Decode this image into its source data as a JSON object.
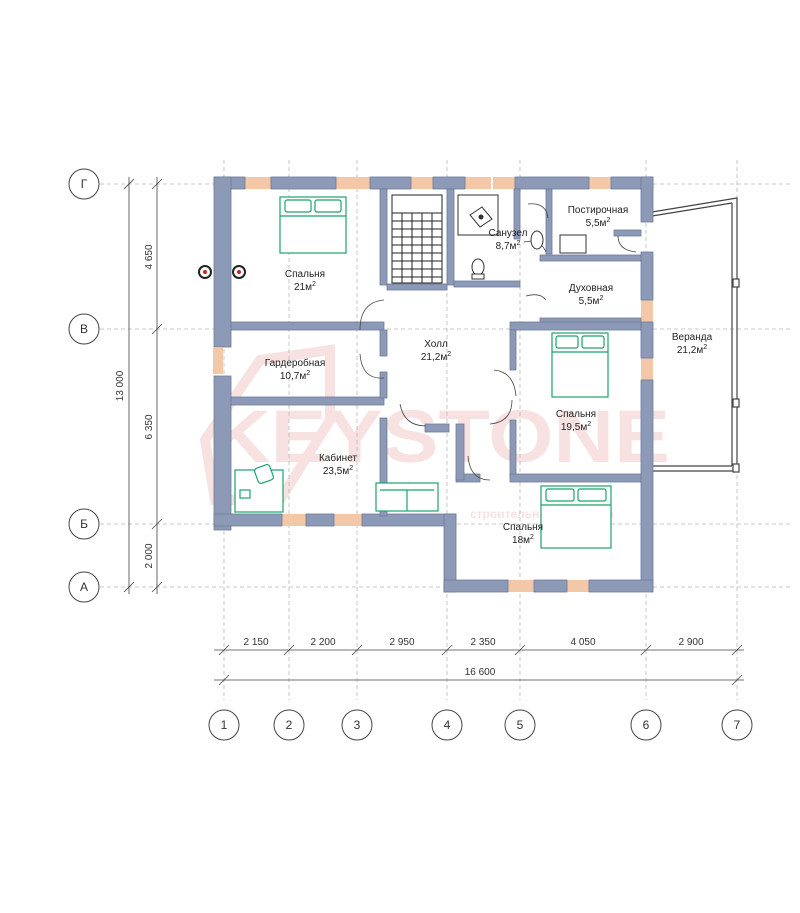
{
  "colors": {
    "wall": "#8c9ab7",
    "wall_stroke": "#6d7a99",
    "window": "#f2c8a8",
    "furniture": "#1aa36a",
    "grid": "#b9b9b9",
    "watermark": "#f3c9c9"
  },
  "watermark": {
    "brand": "KEYSTONE",
    "tagline": "строительная компания"
  },
  "rooms": [
    {
      "id": "bedroom-1",
      "name": "Спальня",
      "area": "21м",
      "sup": "2"
    },
    {
      "id": "wardrobe",
      "name": "Гардеробная",
      "area": "10,7м",
      "sup": "2"
    },
    {
      "id": "office",
      "name": "Кабинет",
      "area": "23,5м",
      "sup": "2"
    },
    {
      "id": "hall",
      "name": "Холл",
      "area": "21,2м",
      "sup": "2"
    },
    {
      "id": "bathroom",
      "name": "Санузел",
      "area": "8,7м",
      "sup": "2"
    },
    {
      "id": "laundry",
      "name": "Постирочная",
      "area": "5,5м",
      "sup": "2"
    },
    {
      "id": "vent",
      "name": "Духовная",
      "area": "5,5м",
      "sup": "2"
    },
    {
      "id": "bedroom-2",
      "name": "Спальня",
      "area": "19,5м",
      "sup": "2"
    },
    {
      "id": "bedroom-3",
      "name": "Спальня",
      "area": "18м",
      "sup": "2"
    },
    {
      "id": "veranda",
      "name": "Веранда",
      "area": "21,2м",
      "sup": "2"
    }
  ],
  "axes": {
    "letters": [
      "Г",
      "В",
      "Б",
      "А"
    ],
    "numbers": [
      "1",
      "2",
      "3",
      "4",
      "5",
      "6",
      "7"
    ]
  },
  "dimensions": {
    "horizontal": [
      "2 150",
      "2 200",
      "2 950",
      "2 350",
      "4 050",
      "2 900"
    ],
    "total_horizontal": "16 600",
    "vertical": [
      "4 650",
      "6 350",
      "2 000"
    ],
    "total_vertical": "13 000"
  }
}
